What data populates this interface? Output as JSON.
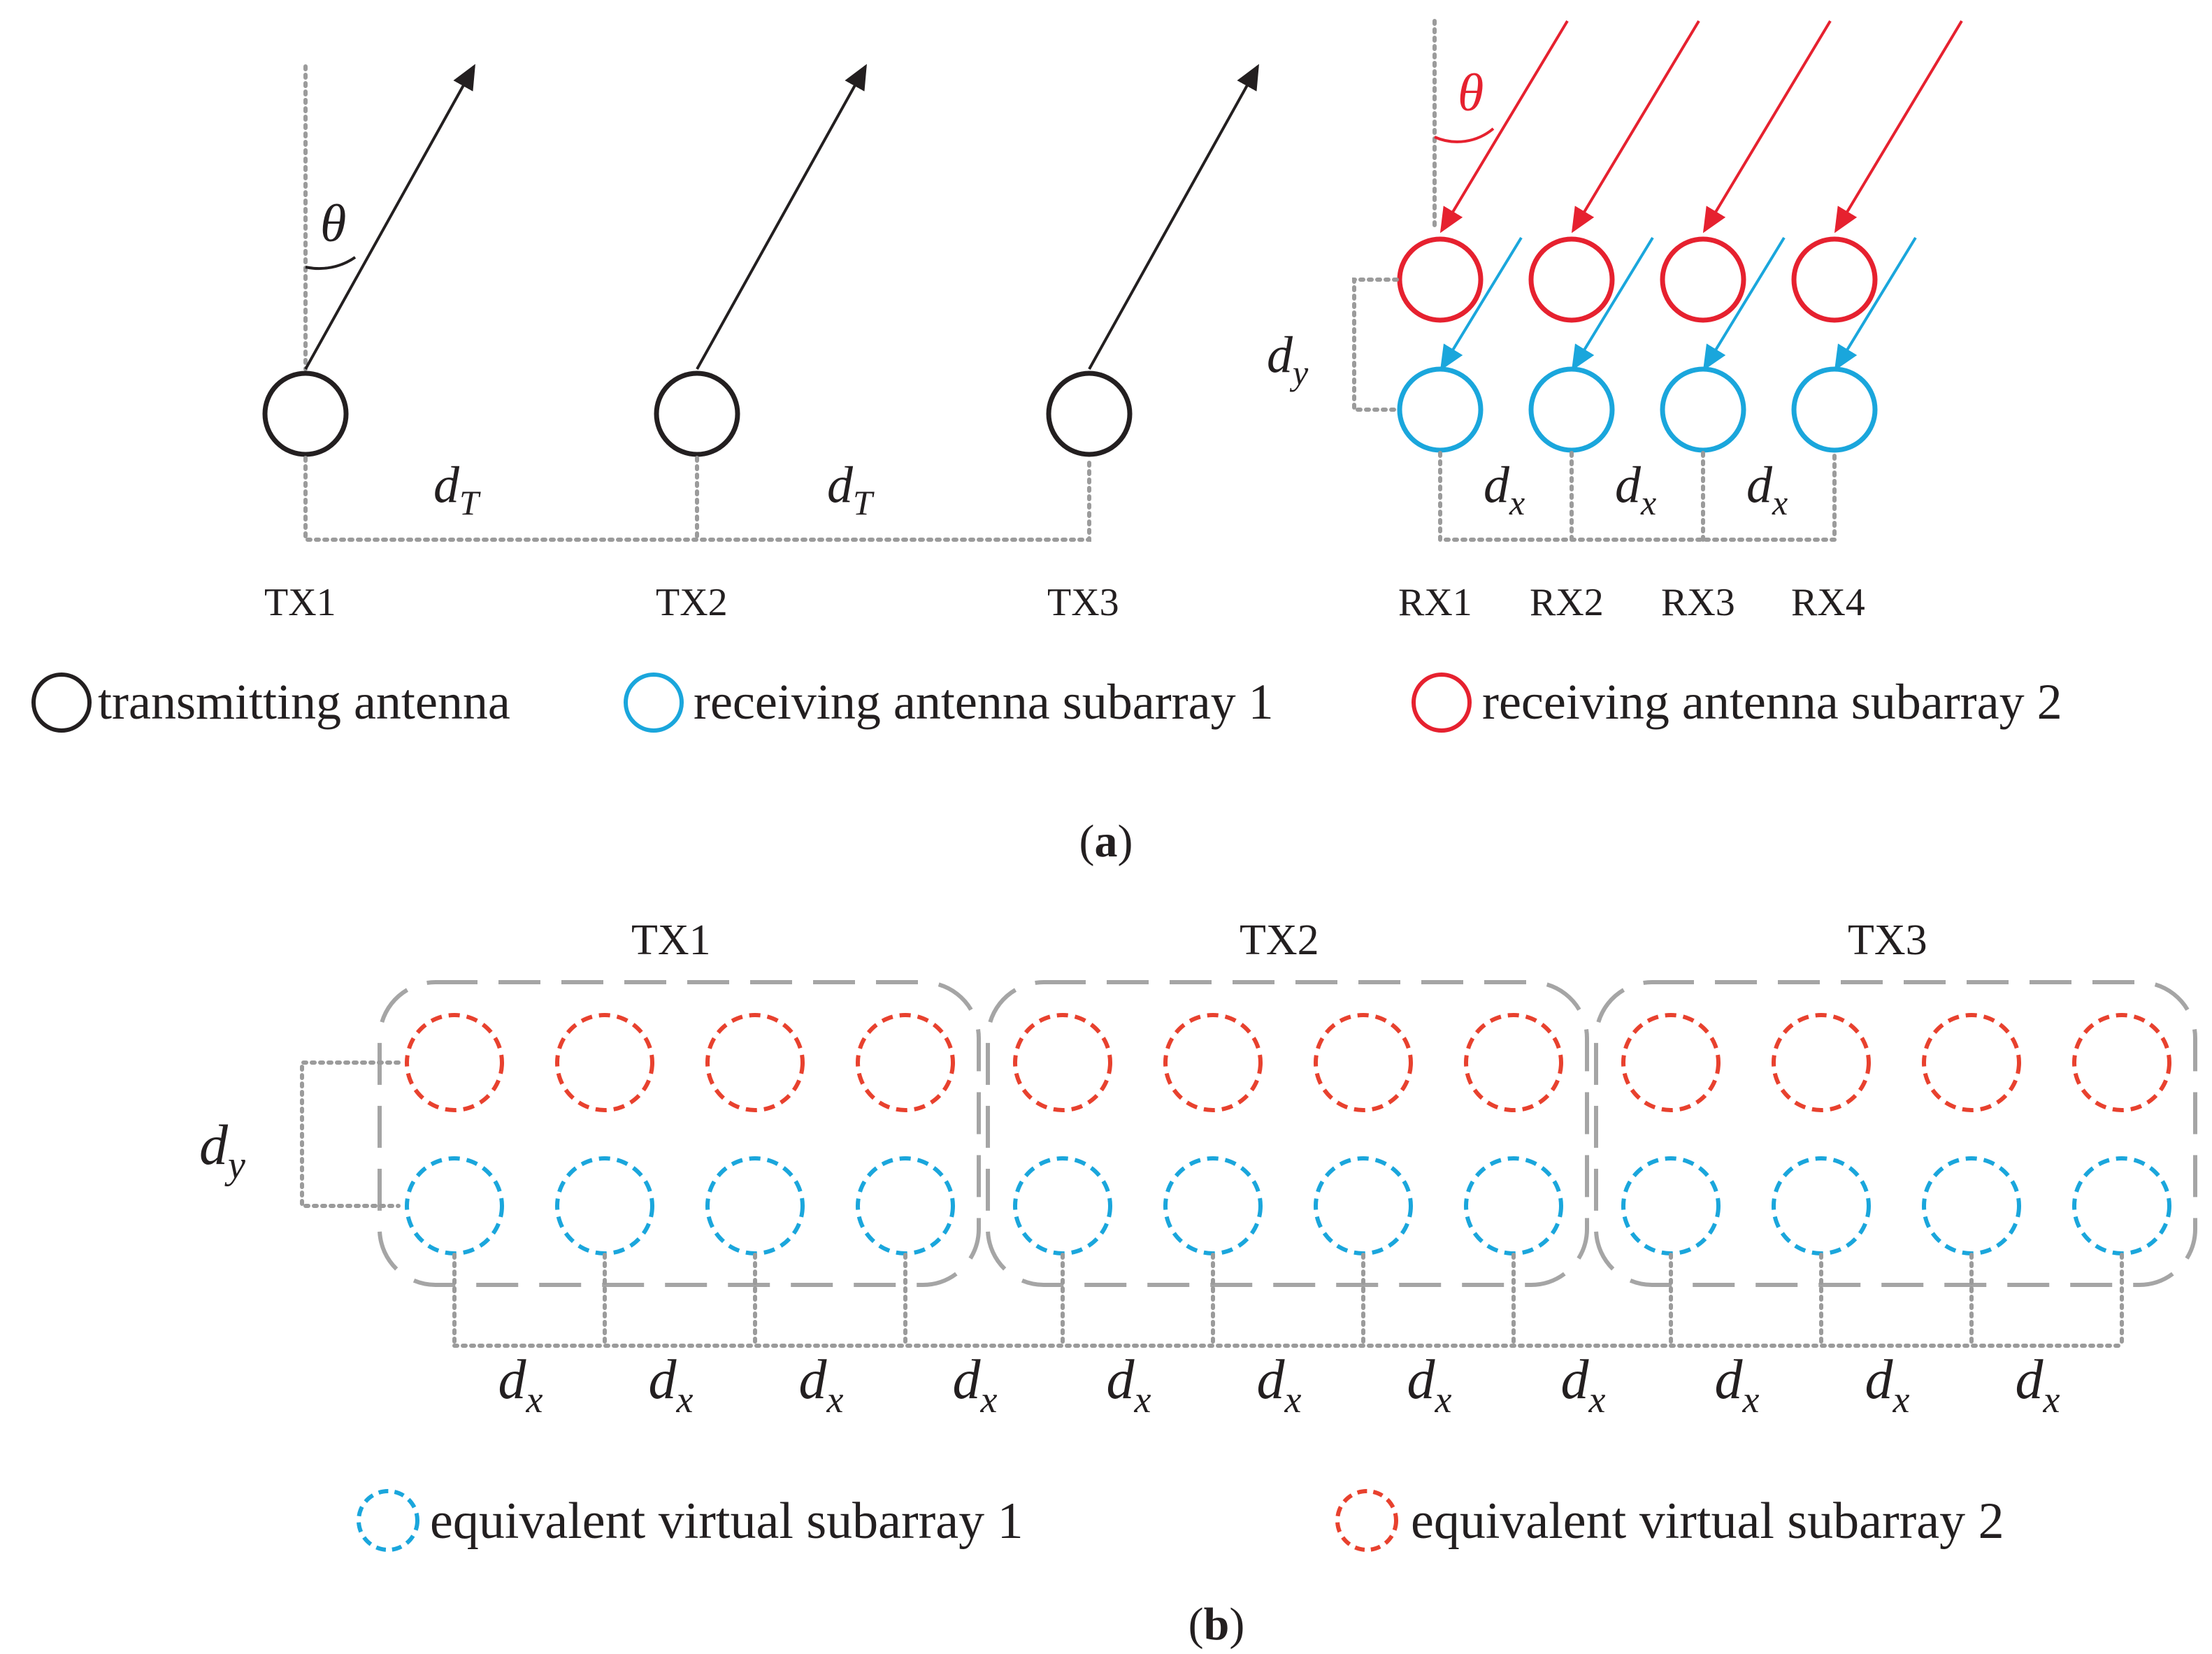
{
  "panel_a": {
    "label_prefix": "(",
    "label_letter": "a",
    "label_suffix": ")",
    "theta": "θ",
    "theta_rx": "θ",
    "tx_labels": [
      "TX1",
      "TX2",
      "TX3"
    ],
    "rx_labels": [
      "RX1",
      "RX2",
      "RX3",
      "RX4"
    ],
    "dT": {
      "base": "d",
      "sub": "T"
    },
    "dx": {
      "base": "d",
      "sub": "x"
    },
    "dy": {
      "base": "d",
      "sub": "y"
    },
    "legend": [
      {
        "text": "transmitting antenna",
        "color": "#231f20"
      },
      {
        "text": "receiving antenna subarray 1",
        "color": "#1aa6dc"
      },
      {
        "text": "receiving antenna subarray 2",
        "color": "#e6212f"
      }
    ]
  },
  "panel_b": {
    "label_prefix": "(",
    "label_letter": "b",
    "label_suffix": ")",
    "groups": [
      "TX1",
      "TX2",
      "TX3"
    ],
    "dx": {
      "base": "d",
      "sub": "x"
    },
    "dx_count": 11,
    "dy": {
      "base": "d",
      "sub": "y"
    },
    "legend": [
      {
        "text": "equivalent virtual subarray 1",
        "color": "#1aa6dc"
      },
      {
        "text": "equivalent virtual subarray 2",
        "color": "#e8412e"
      }
    ]
  },
  "colors": {
    "black": "#231f20",
    "red": "#e6212f",
    "blue": "#1aa6dc",
    "grey": "#9b9b9b"
  }
}
